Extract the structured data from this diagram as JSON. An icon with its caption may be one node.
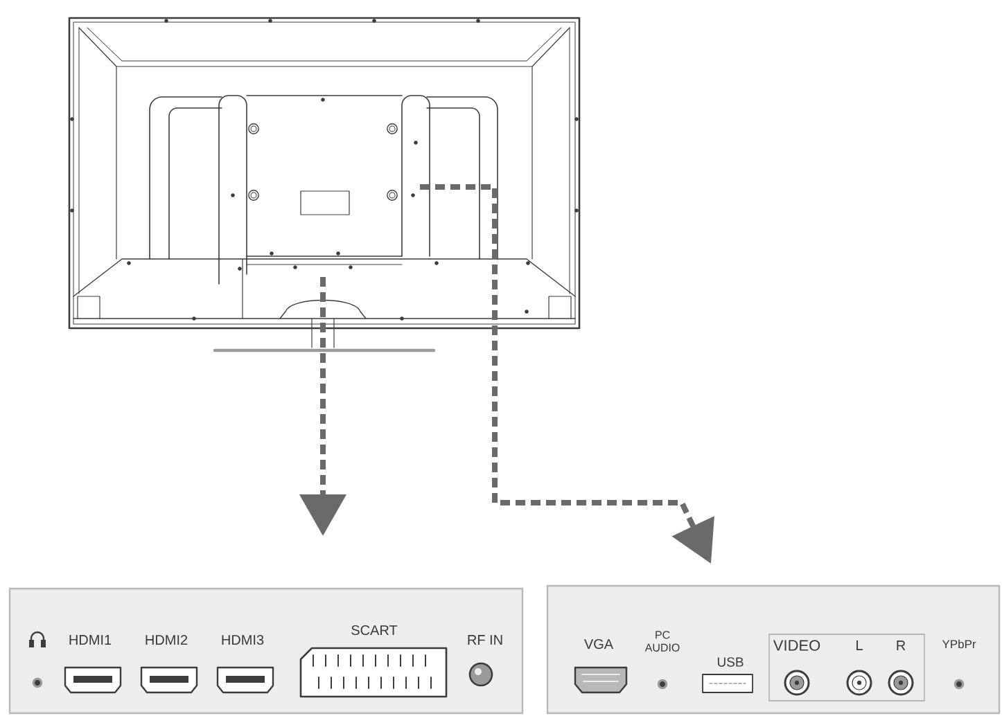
{
  "diagram": {
    "nodes": [
      {
        "text": [],
        "shape": "picture"
      },
      {
        "text": [
          "HDMI1",
          "HDMI2",
          "HDMI3",
          "SCART",
          "RF IN"
        ]
      },
      {
        "text": [
          "VGA",
          "PC AUDIO",
          "USB",
          "YPbPr"
        ]
      },
      {
        "text": [
          "VIDEO",
          "L",
          "R"
        ],
        "in": 2
      }
    ],
    "edges": [
      {
        "from": 0,
        "to": 1,
        "arrow": "to",
        "style": "dashed"
      },
      {
        "from": 0,
        "to": 2,
        "arrow": "to",
        "style": "dashed"
      }
    ]
  }
}
